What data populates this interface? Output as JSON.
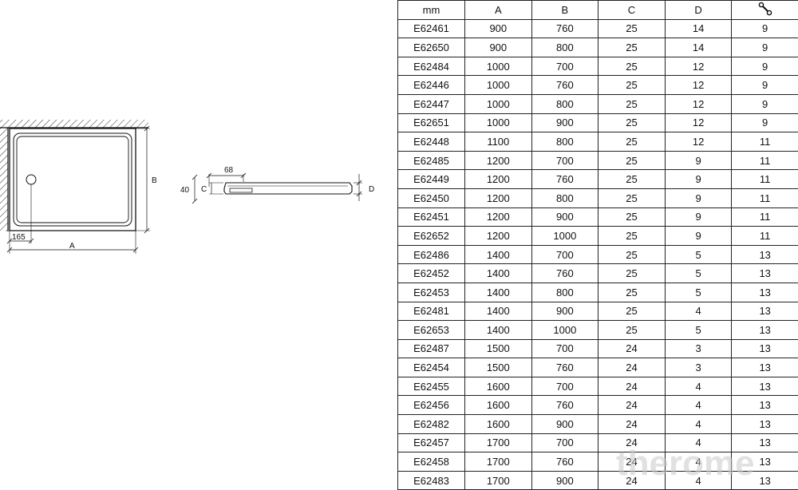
{
  "drawing": {
    "label_a": "A",
    "label_b": "B",
    "label_165": "165",
    "label_68": "68",
    "label_40": "40",
    "label_c": "C",
    "label_d": "D"
  },
  "table": {
    "headers": [
      "mm",
      "A",
      "B",
      "C",
      "D"
    ],
    "last_header_icon": "wrench-icon",
    "rows": [
      [
        "E62461",
        "900",
        "760",
        "25",
        "14",
        "9"
      ],
      [
        "E62650",
        "900",
        "800",
        "25",
        "14",
        "9"
      ],
      [
        "E62484",
        "1000",
        "700",
        "25",
        "12",
        "9"
      ],
      [
        "E62446",
        "1000",
        "760",
        "25",
        "12",
        "9"
      ],
      [
        "E62447",
        "1000",
        "800",
        "25",
        "12",
        "9"
      ],
      [
        "E62651",
        "1000",
        "900",
        "25",
        "12",
        "9"
      ],
      [
        "E62448",
        "1100",
        "800",
        "25",
        "12",
        "11"
      ],
      [
        "E62485",
        "1200",
        "700",
        "25",
        "9",
        "11"
      ],
      [
        "E62449",
        "1200",
        "760",
        "25",
        "9",
        "11"
      ],
      [
        "E62450",
        "1200",
        "800",
        "25",
        "9",
        "11"
      ],
      [
        "E62451",
        "1200",
        "900",
        "25",
        "9",
        "11"
      ],
      [
        "E62652",
        "1200",
        "1000",
        "25",
        "9",
        "11"
      ],
      [
        "E62486",
        "1400",
        "700",
        "25",
        "5",
        "13"
      ],
      [
        "E62452",
        "1400",
        "760",
        "25",
        "5",
        "13"
      ],
      [
        "E62453",
        "1400",
        "800",
        "25",
        "5",
        "13"
      ],
      [
        "E62481",
        "1400",
        "900",
        "25",
        "4",
        "13"
      ],
      [
        "E62653",
        "1400",
        "1000",
        "25",
        "5",
        "13"
      ],
      [
        "E62487",
        "1500",
        "700",
        "24",
        "3",
        "13"
      ],
      [
        "E62454",
        "1500",
        "760",
        "24",
        "3",
        "13"
      ],
      [
        "E62455",
        "1600",
        "700",
        "24",
        "4",
        "13"
      ],
      [
        "E62456",
        "1600",
        "760",
        "24",
        "4",
        "13"
      ],
      [
        "E62482",
        "1600",
        "900",
        "24",
        "4",
        "13"
      ],
      [
        "E62457",
        "1700",
        "700",
        "24",
        "4",
        "13"
      ],
      [
        "E62458",
        "1700",
        "760",
        "24",
        "4",
        "13"
      ],
      [
        "E62483",
        "1700",
        "900",
        "24",
        "4",
        "13"
      ]
    ]
  },
  "watermark": "therome"
}
